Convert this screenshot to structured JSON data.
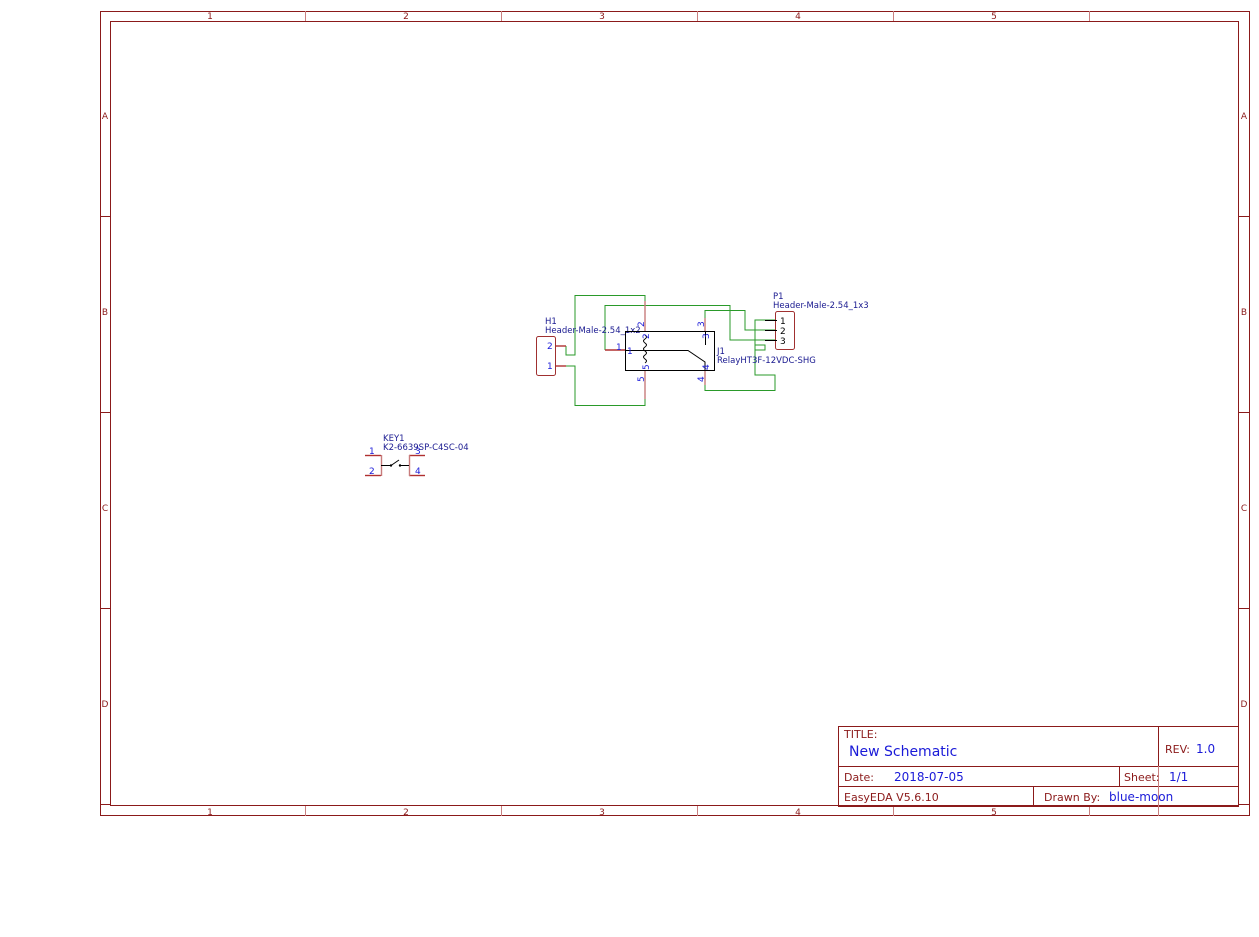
{
  "sheet": {
    "border_color": "#8b1a1a",
    "wire_color": "#2a9a2a",
    "pin_number_color": "#1a1ad8",
    "part_text_color": "#1a1a90",
    "column_labels": [
      "1",
      "2",
      "3",
      "4",
      "5"
    ],
    "row_labels": [
      "A",
      "B",
      "C",
      "D"
    ]
  },
  "components": {
    "h1": {
      "designator": "H1",
      "part": "Header-Male-2.54_1x2",
      "pins": [
        "2",
        "1"
      ]
    },
    "j1": {
      "designator": "J1",
      "part": "RelayHT3F-12VDC-SHG",
      "pins": {
        "p1_outer": "1",
        "p1_inner": "1",
        "p2_outer": "2",
        "p2_inner": "2",
        "p3_outer": "3",
        "p3_inner": "3",
        "p4_outer": "4",
        "p4_inner": "4",
        "p5_outer": "5",
        "p5_inner": "5"
      }
    },
    "p1": {
      "designator": "P1",
      "part": "Header-Male-2.54_1x3",
      "pins": [
        "1",
        "2",
        "3"
      ]
    },
    "key1": {
      "designator": "KEY1",
      "part": "K2-6639SP-C4SC-04",
      "pins": [
        "1",
        "2",
        "3",
        "4"
      ]
    }
  },
  "title_block": {
    "title_label": "TITLE:",
    "title_value": "New Schematic",
    "rev_label": "REV:",
    "rev_value": "1.0",
    "date_label": "Date:",
    "date_value": "2018-07-05",
    "sheet_label": "Sheet:",
    "sheet_value": "1/1",
    "software": "EasyEDA V5.6.10",
    "drawn_by_label": "Drawn By:",
    "drawn_by_value": "blue-moon"
  }
}
